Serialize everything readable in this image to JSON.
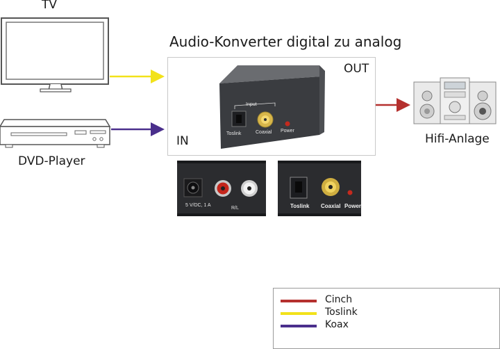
{
  "title": "Audio-Konverter digital zu analog",
  "devices": {
    "tv": "TV",
    "dvd": "DVD-Player",
    "hifi": "Hifi-Anlage"
  },
  "converter": {
    "in_label": "IN",
    "out_label": "OUT",
    "front_input_label": "Input",
    "front_toslink": "Toslink",
    "front_coaxial": "Coaxial",
    "front_power": "Power"
  },
  "back_panel": {
    "dc_label": "5 V/DC, 1 A",
    "rl_label": "R/L"
  },
  "front_panel": {
    "toslink": "Toslink",
    "coaxial": "Coaxial",
    "power": "Power"
  },
  "legend": [
    {
      "label": "Cinch",
      "color": "#b5302e"
    },
    {
      "label": "Toslink",
      "color": "#f2e21a"
    },
    {
      "label": "Koax",
      "color": "#4a2f8c"
    }
  ],
  "colors": {
    "cinch": "#b5302e",
    "toslink": "#f2e21a",
    "koax": "#4a2f8c"
  }
}
